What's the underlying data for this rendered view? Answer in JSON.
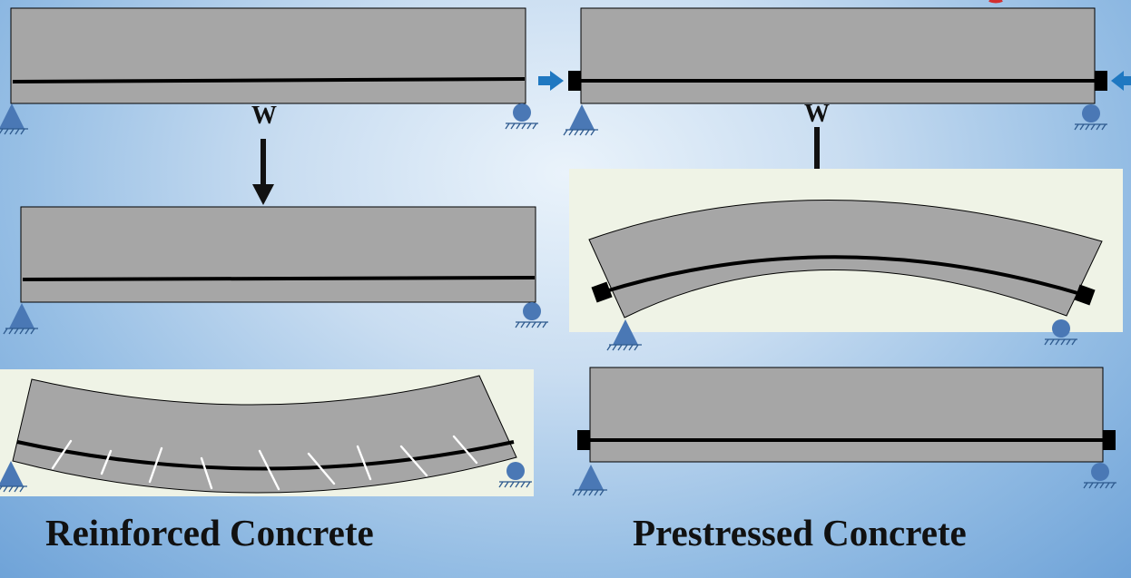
{
  "diagram": {
    "left_caption": "Reinforced Concrete",
    "right_caption": "Prestressed Concrete",
    "load_label": "W",
    "colors": {
      "beam": "#a6a6a6",
      "support": "#4a78b5",
      "prestress_arrow": "#1f78c1",
      "crack": "#ffffff",
      "panel": "#eff3e6"
    }
  }
}
